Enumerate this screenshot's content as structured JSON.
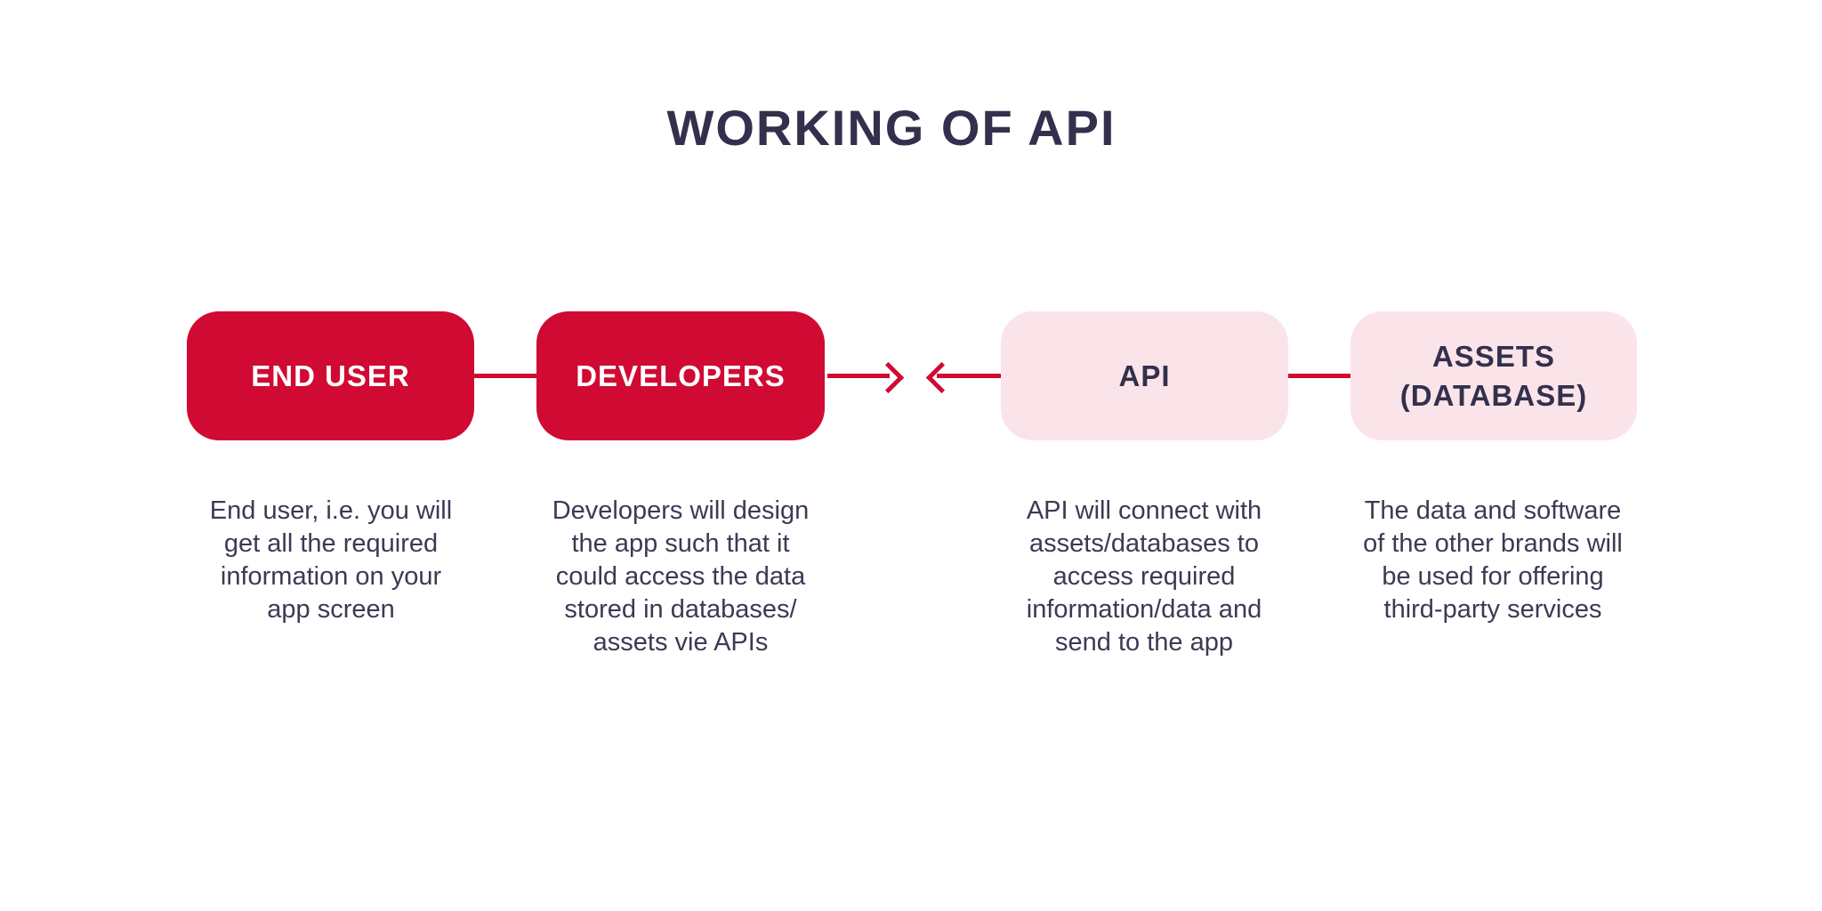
{
  "title": "WORKING OF API",
  "colors": {
    "accent_red": "#d00a33",
    "tint_pink": "#fbe4e9",
    "heading_navy": "#33304d",
    "body_text": "#3c3a53",
    "background": "#ffffff"
  },
  "columns": [
    {
      "id": "end-user",
      "box_style": "solid",
      "box_label_lines": [
        "END USER"
      ],
      "description_lines": [
        "End user, i.e. you will",
        "get all the required",
        "information on your",
        "app screen"
      ]
    },
    {
      "id": "developers",
      "box_style": "solid",
      "box_label_lines": [
        "DEVELOPERS"
      ],
      "description_lines": [
        "Developers will design",
        "the app such that it",
        "could access the data",
        "stored in databases/",
        "assets vie APIs"
      ]
    },
    {
      "id": "api",
      "box_style": "tint",
      "box_label_lines": [
        "API"
      ],
      "description_lines": [
        "API will connect with",
        "assets/databases to",
        "access required",
        "information/data and",
        "send to the app"
      ]
    },
    {
      "id": "assets-database",
      "box_style": "tint",
      "box_label_lines": [
        "ASSETS",
        "(DATABASE)"
      ],
      "description_lines": [
        "The data and software",
        "of the other brands will",
        "be used for offering",
        "third-party services"
      ]
    }
  ],
  "connectors": [
    {
      "from": "end-user",
      "to": "developers",
      "type": "plain-line"
    },
    {
      "from": "developers",
      "to": "api",
      "type": "opposing-arrows",
      "glyphs": [
        "arrow-right",
        "arrow-left"
      ]
    },
    {
      "from": "api",
      "to": "assets-database",
      "type": "plain-line"
    }
  ]
}
